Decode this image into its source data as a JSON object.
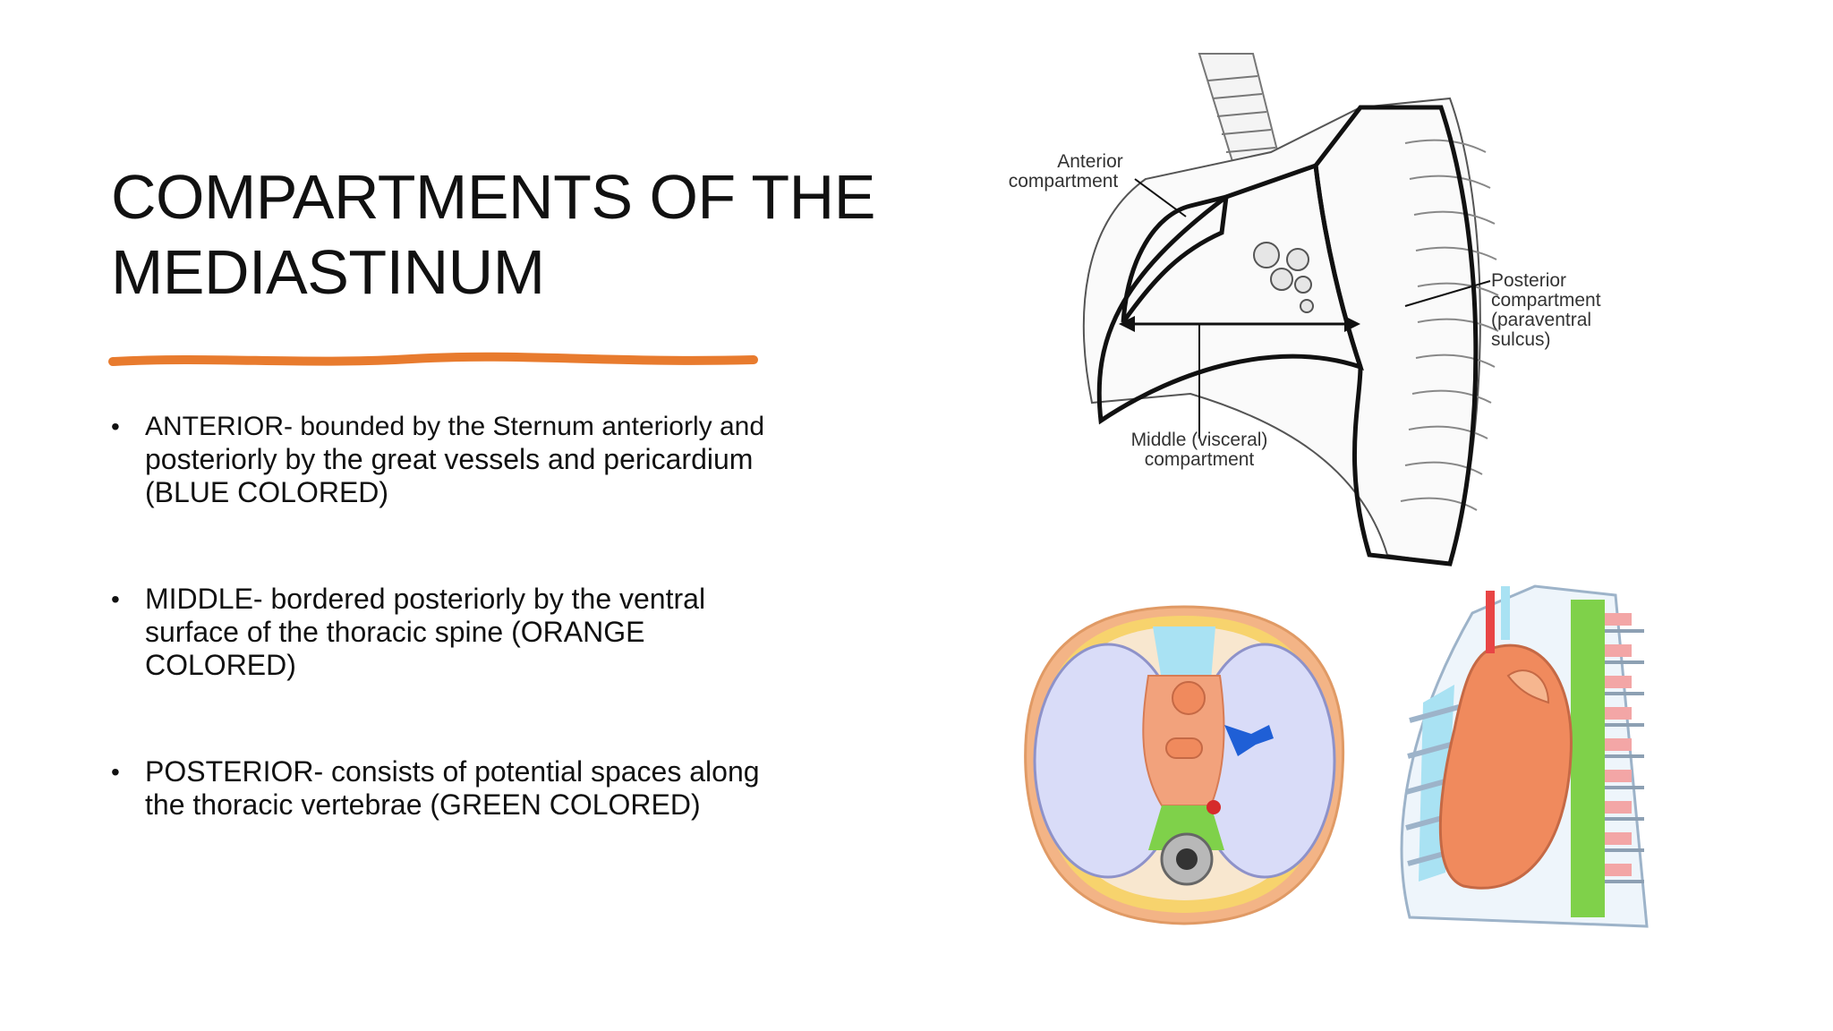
{
  "slide": {
    "title_line1": "COMPARTMENTS OF THE",
    "title_line2": "MEDIASTINUM",
    "accent_color": "#e87b2e",
    "bullets": [
      {
        "lead": "ANTERIOR- bounded by the Sternum anteriorly and",
        "lines": [
          "posteriorly by the great vessels and pericardium",
          "(BLUE COLORED)"
        ]
      },
      {
        "lead": "MIDDLE- bordered posteriorly by the ventral",
        "lines": [
          "surface of the thoracic spine (ORANGE",
          "COLORED)"
        ]
      },
      {
        "lead": "POSTERIOR- consists of potential spaces along",
        "lines": [
          "the thoracic vertebrae (GREEN COLORED)"
        ]
      }
    ]
  },
  "diagram": {
    "anterior_label": [
      "Anterior",
      "compartment"
    ],
    "posterior_label": [
      "Posterior",
      "compartment",
      "(paraventral",
      "sulcus)"
    ],
    "middle_label": [
      "Middle (visceral)",
      "compartment"
    ]
  }
}
